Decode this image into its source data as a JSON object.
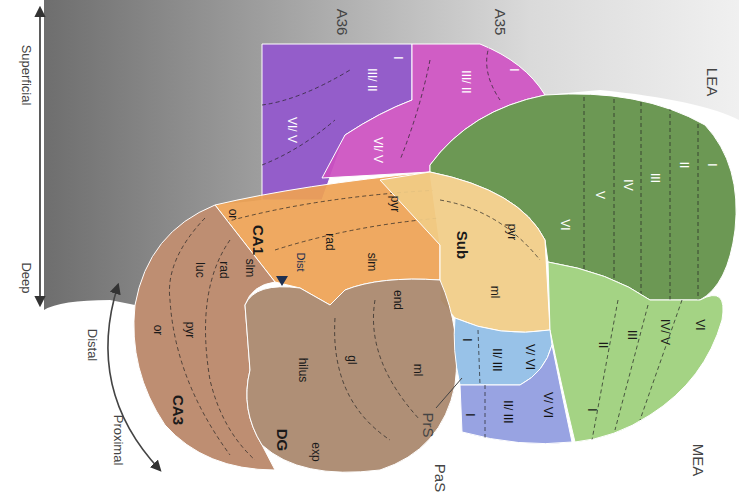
{
  "diagram": {
    "nodes": [
      {
        "text": [
          "A36",
          "I",
          "III/ II",
          "VI/ V"
        ]
      },
      {
        "text": [
          "A35",
          "I",
          "III/ II",
          "VI/ V"
        ]
      },
      {
        "text": [
          "LEA",
          "I",
          "II",
          "III",
          "IV",
          "V",
          "VI"
        ]
      },
      {
        "text": [
          "CA1",
          "or",
          "pyr",
          "rad",
          "slm"
        ]
      },
      {
        "text": [
          "Sub",
          "pyr",
          "ml"
        ]
      },
      {
        "text": [
          "CA3",
          "or",
          "pyr",
          "luc",
          "rad",
          "slm"
        ]
      },
      {
        "text": [
          "DG",
          "exp",
          "hilus",
          "gl",
          "end",
          "ml"
        ]
      },
      {
        "text": [
          "MEA",
          "I",
          "II",
          "III",
          "IV/ V",
          "VI"
        ]
      },
      {
        "text": [
          "PrS",
          "I",
          "II/ III",
          "V/ VI"
        ]
      },
      {
        "text": [
          "PaS",
          "I",
          "II/ III",
          "V/ VI"
        ]
      }
    ],
    "labels": [
      "Superficial",
      "Deep",
      "Distal",
      "Proximal",
      "Dist"
    ]
  }
}
